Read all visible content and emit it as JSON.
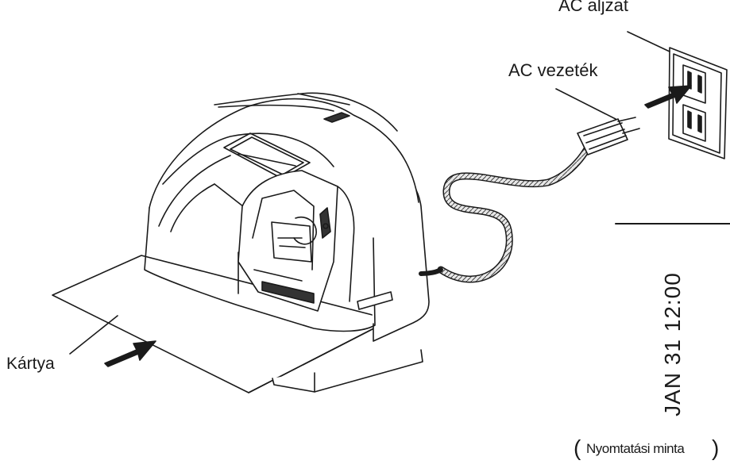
{
  "labels": {
    "outlet": "AC aljzat",
    "cord": "AC vezeték",
    "card": "Kártya",
    "stamp_sample": "JAN 31 12:00",
    "sample_caption": "Nyomtatási minta"
  },
  "icons": {
    "device": "time-clock-machine-icon",
    "plug": "plug-icon",
    "outlet": "wall-outlet-icon",
    "insert_arrow": "arrow-icon"
  }
}
